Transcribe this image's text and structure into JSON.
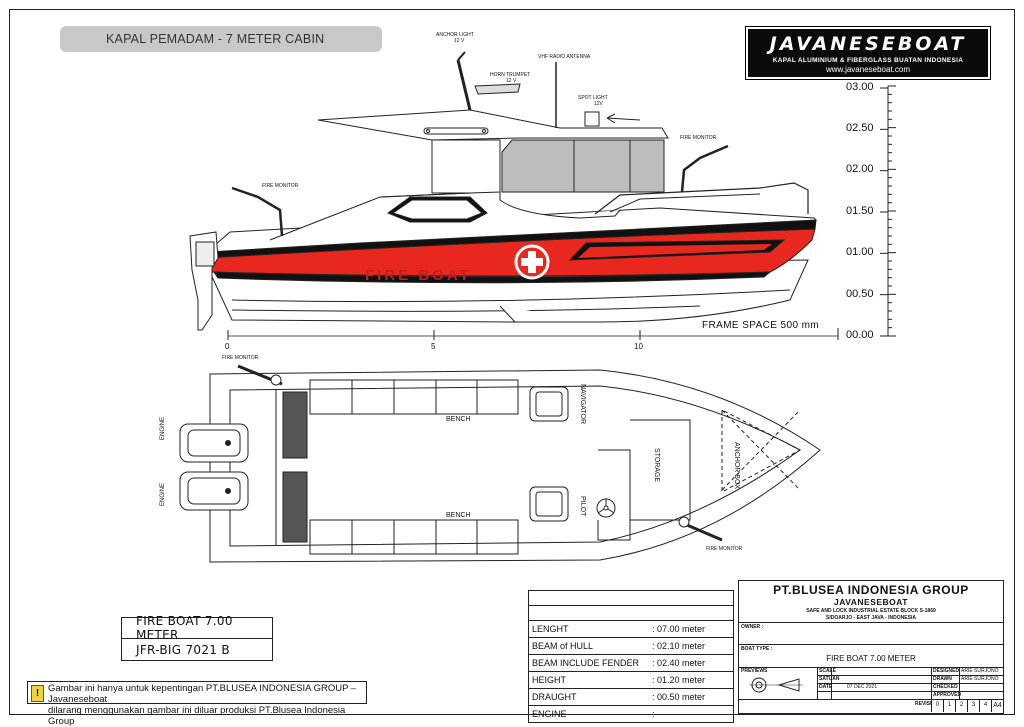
{
  "header": {
    "title": "KAPAL PEMADAM  - 7 METER CABIN"
  },
  "logo": {
    "name": "JAVANESEBOAT",
    "subtitle": "KAPAL ALUMINIUM & FIBERGLASS BUATAN INDONESIA",
    "website": "www.javaneseboat.com"
  },
  "profile": {
    "labels": {
      "anchor_light": "ANCHOR LIGHT",
      "anchor_light_v": "12 V",
      "vhf": "VHF RADIO ANTENNA",
      "horn": "HORN TRUMPET",
      "horn_v": "12 V",
      "spot": "SPOT LIGHT",
      "spot_v": "12V",
      "fire_monitor_left": "FIRE MONITOR",
      "fire_monitor_right": "FIRE MONITOR",
      "hull_text": "FIRE BOAT",
      "frame_space": "FRAME SPACE   500  mm"
    },
    "frame_ticks": [
      "0",
      "5",
      "10"
    ],
    "height_scale": [
      "03.00",
      "02.50",
      "02.00",
      "01.50",
      "01.00",
      "00.50",
      "00.00"
    ]
  },
  "plan": {
    "labels": {
      "fire_monitor_top": "FIRE MONITOR",
      "fire_monitor_bottom": "FIRE MONITOR",
      "engine_1": "ENGINE",
      "engine_2": "ENGINE",
      "bench_1": "BENCH",
      "bench_2": "BENCH",
      "navigator": "NAVIGATOR",
      "pilot": "PILOT",
      "storage": "STORAGE",
      "anchor_box": "ANCHOR BOX"
    }
  },
  "name_box": {
    "name": "FIRE BOAT 7.00 METER",
    "code": "JFR-BIG 7021 B"
  },
  "specs": [
    {
      "key": "LENGHT",
      "value": ": 07.00  meter"
    },
    {
      "key": "BEAM of HULL",
      "value": ": 02.10  meter"
    },
    {
      "key": "BEAM INCLUDE FENDER",
      "value": ": 02.40  meter"
    },
    {
      "key": "HEIGHT",
      "value": ": 01.20  meter"
    },
    {
      "key": "DRAUGHT",
      "value": ": 00.50  meter"
    },
    {
      "key": "ENGINE",
      "value": ":"
    }
  ],
  "title_block": {
    "company": "PT.BLUSEA INDONESIA GROUP",
    "brand": "JAVANESEBOAT",
    "address1": "SAFE AND LOCK INDUSTRIAL ESTATE BLOCK S-1869",
    "address2": "SIDOARJO  -  EAST JAVA  -  INDONESIA",
    "owner_label": "OWNER :",
    "boat_type_label": "BOAT TYPE :",
    "boat_type": "FIRE BOAT 7.00 METER",
    "projection_label": "PREVIEWS",
    "scale_label": "SCALE",
    "satuan_label": "SATUAN",
    "date_label": "DATE",
    "date": "07  DEC  2021",
    "designed_label": "DESIGNED",
    "designed": "ARIE SURJONO",
    "drawn_label": "DRAWN",
    "drawn": "ARIE SURJONO",
    "checked_label": "CHECKED",
    "approved_label": "APPROVED",
    "revisi_label": "REVISI",
    "revisions": [
      "0",
      "1",
      "2",
      "3",
      "4"
    ],
    "sheet": "A4"
  },
  "note": {
    "line1": "Gambar ini hanya untuk kepentingan PT.BLUSEA INDONESIA GROUP  –  Javaneseboat",
    "line2": "dilarang menggunakan gambar ini diluar produksi PT.Blusea Indonesia Group"
  },
  "colors": {
    "hull_red": "#e8281e",
    "stripe_black": "#111111",
    "title_bar": "#c8c8c8",
    "glass_gray": "#bdbdbd"
  }
}
